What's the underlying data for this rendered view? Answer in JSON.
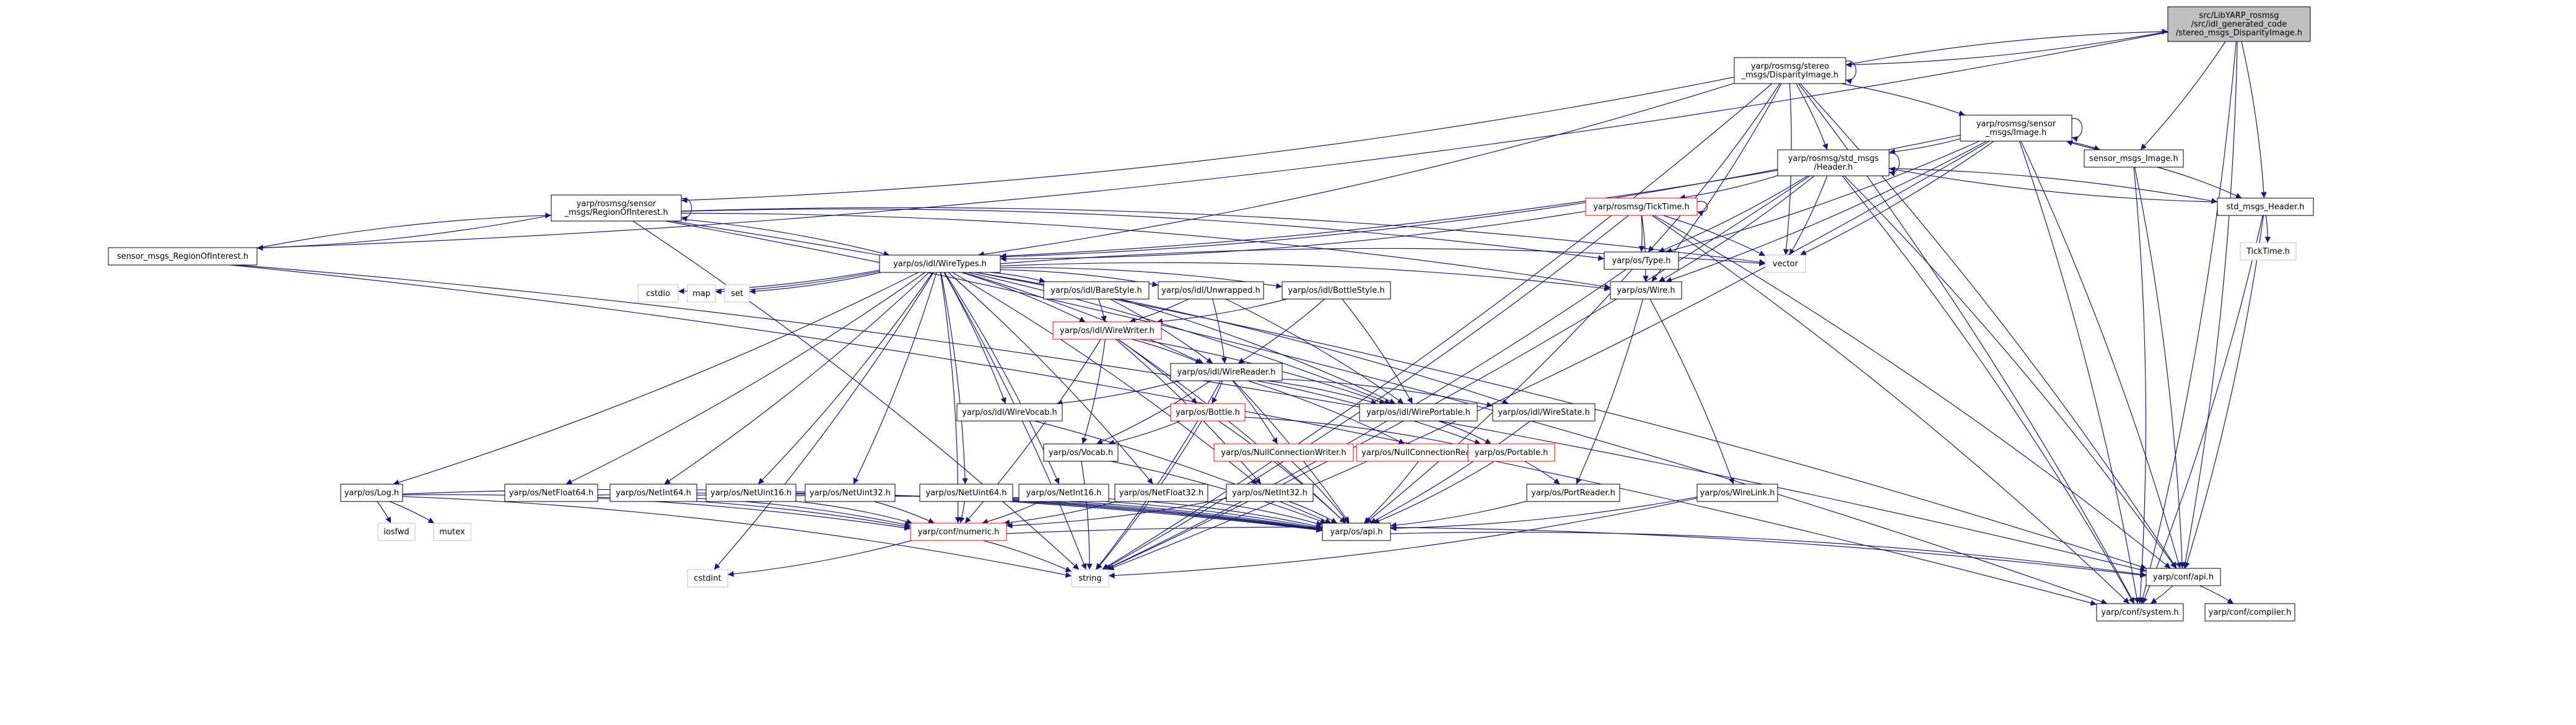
{
  "colors": {
    "edge_include": "#191970",
    "edge_self": "#191970",
    "box_border": "#000000",
    "box_border_missing": "#bfbfbf",
    "box_border_truncated": "#ff0000",
    "box_fill": "#ffffff",
    "box_fill_root": "#bfbfbf",
    "text": "#000000"
  },
  "nodes": [
    {
      "id": "root",
      "lines": [
        "src/LibYARP_rosmsg",
        "/src/idl_generated_code",
        "/stereo_msgs_DisparityImage.h"
      ],
      "kind": "root"
    },
    {
      "id": "disp",
      "lines": [
        "yarp/rosmsg/stereo",
        "_msgs/DisparityImage.h"
      ],
      "kind": "normal"
    },
    {
      "id": "img",
      "lines": [
        "yarp/rosmsg/sensor",
        "_msgs/Image.h"
      ],
      "kind": "normal"
    },
    {
      "id": "hdr",
      "lines": [
        "yarp/rosmsg/std_msgs",
        "/Header.h"
      ],
      "kind": "normal"
    },
    {
      "id": "smi",
      "lines": [
        "sensor_msgs_Image.h"
      ],
      "kind": "normal"
    },
    {
      "id": "roi",
      "lines": [
        "yarp/rosmsg/sensor",
        "_msgs/RegionOfInterest.h"
      ],
      "kind": "normal"
    },
    {
      "id": "tick",
      "lines": [
        "yarp/rosmsg/TickTime.h"
      ],
      "kind": "truncated"
    },
    {
      "id": "stdh",
      "lines": [
        "std_msgs_Header.h"
      ],
      "kind": "normal"
    },
    {
      "id": "smroi",
      "lines": [
        "sensor_msgs_RegionOfInterest.h"
      ],
      "kind": "normal"
    },
    {
      "id": "ostype",
      "lines": [
        "yarp/os/Type.h"
      ],
      "kind": "normal"
    },
    {
      "id": "ticktime",
      "lines": [
        "TickTime.h"
      ],
      "kind": "missing"
    },
    {
      "id": "wt",
      "lines": [
        "yarp/os/idl/WireTypes.h"
      ],
      "kind": "normal"
    },
    {
      "id": "vector",
      "lines": [
        "vector"
      ],
      "kind": "missing"
    },
    {
      "id": "wire",
      "lines": [
        "yarp/os/Wire.h"
      ],
      "kind": "normal"
    },
    {
      "id": "cstdio",
      "lines": [
        "cstdio"
      ],
      "kind": "missing"
    },
    {
      "id": "map",
      "lines": [
        "map"
      ],
      "kind": "missing"
    },
    {
      "id": "set",
      "lines": [
        "set"
      ],
      "kind": "missing"
    },
    {
      "id": "bare",
      "lines": [
        "yarp/os/idl/BareStyle.h"
      ],
      "kind": "normal"
    },
    {
      "id": "unwr",
      "lines": [
        "yarp/os/idl/Unwrapped.h"
      ],
      "kind": "normal"
    },
    {
      "id": "bottst",
      "lines": [
        "yarp/os/idl/BottleStyle.h"
      ],
      "kind": "normal"
    },
    {
      "id": "ww",
      "lines": [
        "yarp/os/idl/WireWriter.h"
      ],
      "kind": "truncated"
    },
    {
      "id": "wr",
      "lines": [
        "yarp/os/idl/WireReader.h"
      ],
      "kind": "normal"
    },
    {
      "id": "wvocab",
      "lines": [
        "yarp/os/idl/WireVocab.h"
      ],
      "kind": "normal"
    },
    {
      "id": "bottle",
      "lines": [
        "yarp/os/Bottle.h"
      ],
      "kind": "truncated"
    },
    {
      "id": "wport",
      "lines": [
        "yarp/os/idl/WirePortable.h"
      ],
      "kind": "normal"
    },
    {
      "id": "wstate",
      "lines": [
        "yarp/os/idl/WireState.h"
      ],
      "kind": "normal"
    },
    {
      "id": "nullw",
      "lines": [
        "yarp/os/NullConnectionWriter.h"
      ],
      "kind": "truncated"
    },
    {
      "id": "nullr",
      "lines": [
        "yarp/os/NullConnectionReader.h"
      ],
      "kind": "truncated"
    },
    {
      "id": "portable",
      "lines": [
        "yarp/os/Portable.h"
      ],
      "kind": "truncated"
    },
    {
      "id": "vocab",
      "lines": [
        "yarp/os/Vocab.h"
      ],
      "kind": "normal"
    },
    {
      "id": "log",
      "lines": [
        "yarp/os/Log.h"
      ],
      "kind": "normal"
    },
    {
      "id": "nf64",
      "lines": [
        "yarp/os/NetFloat64.h"
      ],
      "kind": "normal"
    },
    {
      "id": "ni64",
      "lines": [
        "yarp/os/NetInt64.h"
      ],
      "kind": "normal"
    },
    {
      "id": "ni16",
      "lines": [
        "yarp/os/NetUint16.h"
      ],
      "kind": "normal"
    },
    {
      "id": "nu32",
      "lines": [
        "yarp/os/NetUint32.h"
      ],
      "kind": "normal"
    },
    {
      "id": "nu64",
      "lines": [
        "yarp/os/NetUint64.h"
      ],
      "kind": "normal"
    },
    {
      "id": "nint16",
      "lines": [
        "yarp/os/NetInt16.h"
      ],
      "kind": "normal"
    },
    {
      "id": "nf32",
      "lines": [
        "yarp/os/NetFloat32.h"
      ],
      "kind": "normal"
    },
    {
      "id": "nint32",
      "lines": [
        "yarp/os/NetInt32.h"
      ],
      "kind": "normal"
    },
    {
      "id": "preader",
      "lines": [
        "yarp/os/PortReader.h"
      ],
      "kind": "normal"
    },
    {
      "id": "wlink",
      "lines": [
        "yarp/os/WireLink.h"
      ],
      "kind": "normal"
    },
    {
      "id": "iosfwd",
      "lines": [
        "iosfwd"
      ],
      "kind": "missing"
    },
    {
      "id": "mutex",
      "lines": [
        "mutex"
      ],
      "kind": "missing"
    },
    {
      "id": "numeric",
      "lines": [
        "yarp/conf/numeric.h"
      ],
      "kind": "truncated"
    },
    {
      "id": "osapi",
      "lines": [
        "yarp/os/api.h"
      ],
      "kind": "normal"
    },
    {
      "id": "cstdint",
      "lines": [
        "cstdint"
      ],
      "kind": "missing"
    },
    {
      "id": "string",
      "lines": [
        "string"
      ],
      "kind": "missing"
    },
    {
      "id": "confapi",
      "lines": [
        "yarp/conf/api.h"
      ],
      "kind": "normal"
    },
    {
      "id": "system",
      "lines": [
        "yarp/conf/system.h"
      ],
      "kind": "normal"
    },
    {
      "id": "compiler",
      "lines": [
        "yarp/conf/compiler.h"
      ],
      "kind": "normal"
    }
  ],
  "edges": [
    [
      "root",
      "disp"
    ],
    [
      "root",
      "smroi"
    ],
    [
      "root",
      "smi"
    ],
    [
      "root",
      "stdh"
    ],
    [
      "root",
      "confapi"
    ],
    [
      "root",
      "system"
    ],
    [
      "disp",
      "root"
    ],
    [
      "disp",
      "disp"
    ],
    [
      "disp",
      "img"
    ],
    [
      "disp",
      "hdr"
    ],
    [
      "disp",
      "roi"
    ],
    [
      "disp",
      "wt"
    ],
    [
      "disp",
      "ostype"
    ],
    [
      "disp",
      "wire"
    ],
    [
      "disp",
      "vector"
    ],
    [
      "disp",
      "string"
    ],
    [
      "disp",
      "confapi"
    ],
    [
      "disp",
      "system"
    ],
    [
      "img",
      "img"
    ],
    [
      "img",
      "hdr"
    ],
    [
      "img",
      "smi"
    ],
    [
      "img",
      "wt"
    ],
    [
      "img",
      "ostype"
    ],
    [
      "img",
      "wire"
    ],
    [
      "img",
      "vector"
    ],
    [
      "img",
      "string"
    ],
    [
      "img",
      "confapi"
    ],
    [
      "img",
      "system"
    ],
    [
      "smi",
      "img"
    ],
    [
      "smi",
      "stdh"
    ],
    [
      "smi",
      "confapi"
    ],
    [
      "smi",
      "system"
    ],
    [
      "hdr",
      "hdr"
    ],
    [
      "hdr",
      "tick"
    ],
    [
      "hdr",
      "stdh"
    ],
    [
      "hdr",
      "wt"
    ],
    [
      "hdr",
      "ostype"
    ],
    [
      "hdr",
      "wire"
    ],
    [
      "hdr",
      "vector"
    ],
    [
      "hdr",
      "string"
    ],
    [
      "hdr",
      "confapi"
    ],
    [
      "hdr",
      "system"
    ],
    [
      "stdh",
      "hdr"
    ],
    [
      "stdh",
      "ticktime"
    ],
    [
      "stdh",
      "confapi"
    ],
    [
      "stdh",
      "system"
    ],
    [
      "tick",
      "tick"
    ],
    [
      "tick",
      "wt"
    ],
    [
      "tick",
      "ostype"
    ],
    [
      "tick",
      "wire"
    ],
    [
      "tick",
      "vector"
    ],
    [
      "tick",
      "string"
    ],
    [
      "tick",
      "confapi"
    ],
    [
      "tick",
      "system"
    ],
    [
      "roi",
      "roi"
    ],
    [
      "roi",
      "smroi"
    ],
    [
      "roi",
      "wt"
    ],
    [
      "roi",
      "ostype"
    ],
    [
      "roi",
      "wire"
    ],
    [
      "roi",
      "vector"
    ],
    [
      "roi",
      "string"
    ],
    [
      "roi",
      "confapi"
    ],
    [
      "roi",
      "system"
    ],
    [
      "smroi",
      "roi"
    ],
    [
      "smroi",
      "confapi"
    ],
    [
      "smroi",
      "system"
    ],
    [
      "wt",
      "cstdio"
    ],
    [
      "wt",
      "map"
    ],
    [
      "wt",
      "set"
    ],
    [
      "wt",
      "bare"
    ],
    [
      "wt",
      "unwr"
    ],
    [
      "wt",
      "bottst"
    ],
    [
      "wt",
      "ww"
    ],
    [
      "wt",
      "wr"
    ],
    [
      "wt",
      "wport"
    ],
    [
      "wt",
      "wstate"
    ],
    [
      "wt",
      "wvocab"
    ],
    [
      "wt",
      "wire"
    ],
    [
      "wt",
      "vector"
    ],
    [
      "wt",
      "log"
    ],
    [
      "wt",
      "nf64"
    ],
    [
      "wt",
      "ni64"
    ],
    [
      "wt",
      "ni16"
    ],
    [
      "wt",
      "nu32"
    ],
    [
      "wt",
      "nu64"
    ],
    [
      "wt",
      "nint16"
    ],
    [
      "wt",
      "nf32"
    ],
    [
      "wt",
      "nint32"
    ],
    [
      "wt",
      "string"
    ],
    [
      "wt",
      "cstdint"
    ],
    [
      "wt",
      "numeric"
    ],
    [
      "bare",
      "ww"
    ],
    [
      "bare",
      "wr"
    ],
    [
      "bare",
      "wport"
    ],
    [
      "unwr",
      "ww"
    ],
    [
      "unwr",
      "wr"
    ],
    [
      "unwr",
      "wport"
    ],
    [
      "bottst",
      "ww"
    ],
    [
      "bottst",
      "wr"
    ],
    [
      "bottst",
      "wport"
    ],
    [
      "ww",
      "wr"
    ],
    [
      "ww",
      "bottle"
    ],
    [
      "ww",
      "vocab"
    ],
    [
      "ww",
      "wport"
    ],
    [
      "ww",
      "nint32"
    ],
    [
      "ww",
      "osapi"
    ],
    [
      "ww",
      "numeric"
    ],
    [
      "wr",
      "wvocab"
    ],
    [
      "wr",
      "bottle"
    ],
    [
      "wr",
      "wport"
    ],
    [
      "wr",
      "wstate"
    ],
    [
      "wr",
      "nullw"
    ],
    [
      "wr",
      "nullr"
    ],
    [
      "wr",
      "vocab"
    ],
    [
      "wr",
      "osapi"
    ],
    [
      "wr",
      "string"
    ],
    [
      "wr",
      "portable"
    ],
    [
      "wvocab",
      "osapi"
    ],
    [
      "bottle",
      "vocab"
    ],
    [
      "bottle",
      "portable"
    ],
    [
      "bottle",
      "osapi"
    ],
    [
      "bottle",
      "string"
    ],
    [
      "wport",
      "portable"
    ],
    [
      "wstate",
      "osapi"
    ],
    [
      "nullw",
      "osapi"
    ],
    [
      "nullr",
      "osapi"
    ],
    [
      "portable",
      "preader"
    ],
    [
      "portable",
      "osapi"
    ],
    [
      "vocab",
      "osapi"
    ],
    [
      "vocab",
      "string"
    ],
    [
      "wire",
      "preader"
    ],
    [
      "wire",
      "wlink"
    ],
    [
      "wlink",
      "osapi"
    ],
    [
      "wlink",
      "string"
    ],
    [
      "preader",
      "osapi"
    ],
    [
      "log",
      "iosfwd"
    ],
    [
      "log",
      "mutex"
    ],
    [
      "log",
      "osapi"
    ],
    [
      "log",
      "numeric"
    ],
    [
      "log",
      "string"
    ],
    [
      "nf64",
      "osapi"
    ],
    [
      "nf64",
      "numeric"
    ],
    [
      "ni64",
      "osapi"
    ],
    [
      "ni64",
      "numeric"
    ],
    [
      "ni16",
      "osapi"
    ],
    [
      "ni16",
      "numeric"
    ],
    [
      "nu32",
      "osapi"
    ],
    [
      "nu32",
      "numeric"
    ],
    [
      "nu64",
      "osapi"
    ],
    [
      "nu64",
      "numeric"
    ],
    [
      "nint16",
      "osapi"
    ],
    [
      "nint16",
      "numeric"
    ],
    [
      "nf32",
      "osapi"
    ],
    [
      "nf32",
      "numeric"
    ],
    [
      "nint32",
      "osapi"
    ],
    [
      "nint32",
      "numeric"
    ],
    [
      "ostype",
      "osapi"
    ],
    [
      "ostype",
      "string"
    ],
    [
      "numeric",
      "confapi"
    ],
    [
      "numeric",
      "cstdint"
    ],
    [
      "numeric",
      "string"
    ],
    [
      "osapi",
      "confapi"
    ],
    [
      "confapi",
      "system"
    ],
    [
      "confapi",
      "compiler"
    ]
  ]
}
